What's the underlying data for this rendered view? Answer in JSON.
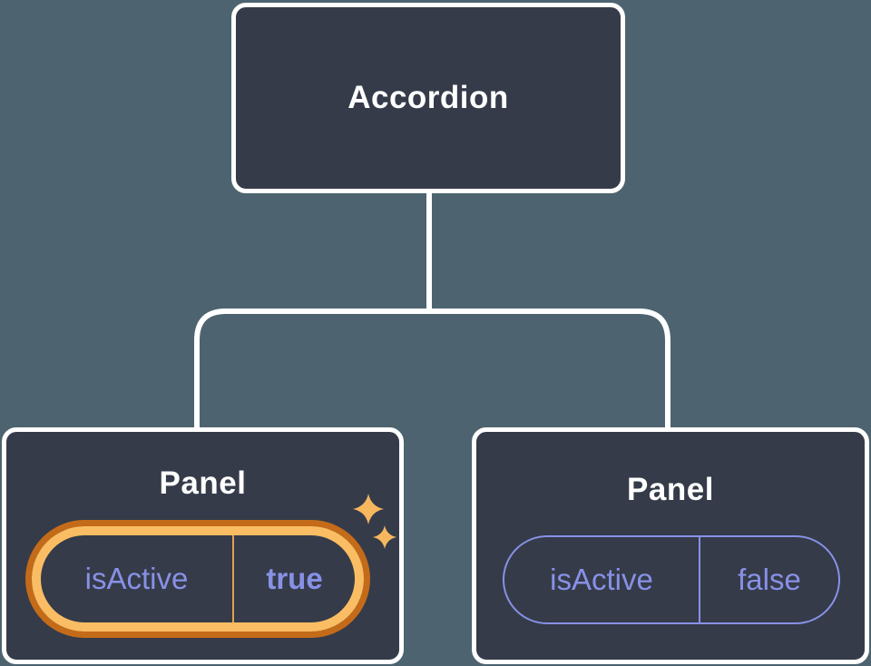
{
  "colors": {
    "background": "#4D6470",
    "card_fill": "#353B49",
    "card_border": "#FFFFFF",
    "connector": "#FFFFFF",
    "state_purple": "#8891E6",
    "highlight_ring_outer": "#C46B19",
    "highlight_ring_inner": "#FBBD63",
    "highlight_divider": "#E2A14F",
    "sparkle": "#F7B75F"
  },
  "tree": {
    "root": {
      "label": "Accordion"
    },
    "children": [
      {
        "label": "Panel",
        "state_key": "isActive",
        "state_value": "true",
        "highlighted": true,
        "badge_icon": "sparkles-icon"
      },
      {
        "label": "Panel",
        "state_key": "isActive",
        "state_value": "false",
        "highlighted": false
      }
    ]
  }
}
